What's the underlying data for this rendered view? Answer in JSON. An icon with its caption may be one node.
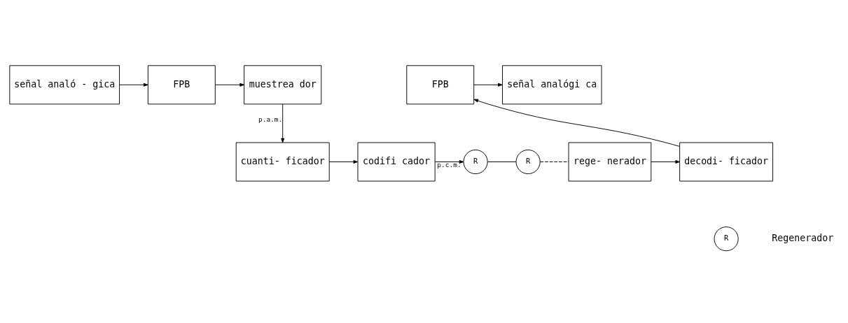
{
  "diagram": {
    "nodes": [
      {
        "text": [
          "señal analó - gica"
        ]
      },
      {
        "text": [
          "FPB"
        ]
      },
      {
        "text": [
          "muestrea dor"
        ]
      },
      {
        "text": [
          "cuanti- ficador"
        ]
      },
      {
        "text": [
          "codifi cador"
        ]
      },
      {
        "text": [
          "R"
        ]
      },
      {
        "text": [
          "R"
        ]
      },
      {
        "text": [
          "rege- nerador"
        ]
      },
      {
        "text": [
          "decodi- ficador"
        ]
      },
      {
        "text": [
          "FPB"
        ]
      },
      {
        "text": [
          "señal analógi ca"
        ]
      },
      {
        "text": [
          "R"
        ],
        "beside": [
          "Regenerador"
        ]
      }
    ],
    "edges": [
      {
        "from": 0,
        "to": 1,
        "arrow": "to"
      },
      {
        "from": 1,
        "to": 2,
        "arrow": "to"
      },
      {
        "from": 2,
        "to": 3,
        "arrow": "to",
        "label": "p.a.m."
      },
      {
        "from": 3,
        "to": 4,
        "arrow": "to"
      },
      {
        "from": 4,
        "to": 5,
        "arrow": "to",
        "label": "p.c.m."
      },
      {
        "from": 5,
        "to": 6,
        "arrow": "none"
      },
      {
        "from": 6,
        "to": 7,
        "arrow": "none",
        "style": "dashed"
      },
      {
        "from": 7,
        "to": 8,
        "arrow": "to"
      },
      {
        "from": 8,
        "to": 9,
        "arrow": "to"
      },
      {
        "from": 9,
        "to": 10,
        "arrow": "to"
      }
    ]
  }
}
